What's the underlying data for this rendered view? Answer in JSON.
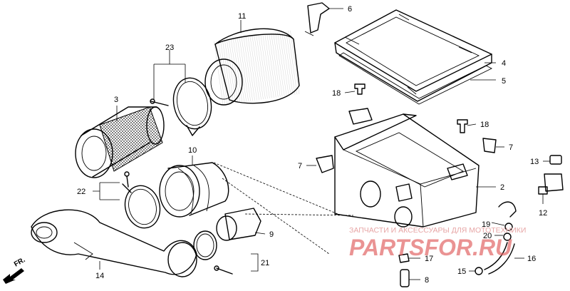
{
  "callouts": [
    {
      "id": "c1",
      "label": "11"
    },
    {
      "id": "c2",
      "label": "6"
    },
    {
      "id": "c3",
      "label": "23"
    },
    {
      "id": "c4",
      "label": "4"
    },
    {
      "id": "c5",
      "label": "5"
    },
    {
      "id": "c6",
      "label": "3"
    },
    {
      "id": "c7",
      "label": "18"
    },
    {
      "id": "c8",
      "label": "18"
    },
    {
      "id": "c9",
      "label": "7"
    },
    {
      "id": "c10",
      "label": "7"
    },
    {
      "id": "c11",
      "label": "10"
    },
    {
      "id": "c12",
      "label": "13"
    },
    {
      "id": "c13",
      "label": "2"
    },
    {
      "id": "c14",
      "label": "22"
    },
    {
      "id": "c15",
      "label": "12"
    },
    {
      "id": "c16",
      "label": "9"
    },
    {
      "id": "c17",
      "label": "19"
    },
    {
      "id": "c18",
      "label": "20"
    },
    {
      "id": "c19",
      "label": "21"
    },
    {
      "id": "c20",
      "label": "17"
    },
    {
      "id": "c21",
      "label": "16"
    },
    {
      "id": "c22",
      "label": "14"
    },
    {
      "id": "c23",
      "label": "15"
    },
    {
      "id": "c24",
      "label": "8"
    }
  ],
  "direction_label": "FR.",
  "watermark": {
    "tagline": "ЗАПЧАСТИ И АКСЕССУАРЫ ДЛЯ МОТОТЕХНИКИ",
    "brand": "PARTSFOR.RU"
  }
}
